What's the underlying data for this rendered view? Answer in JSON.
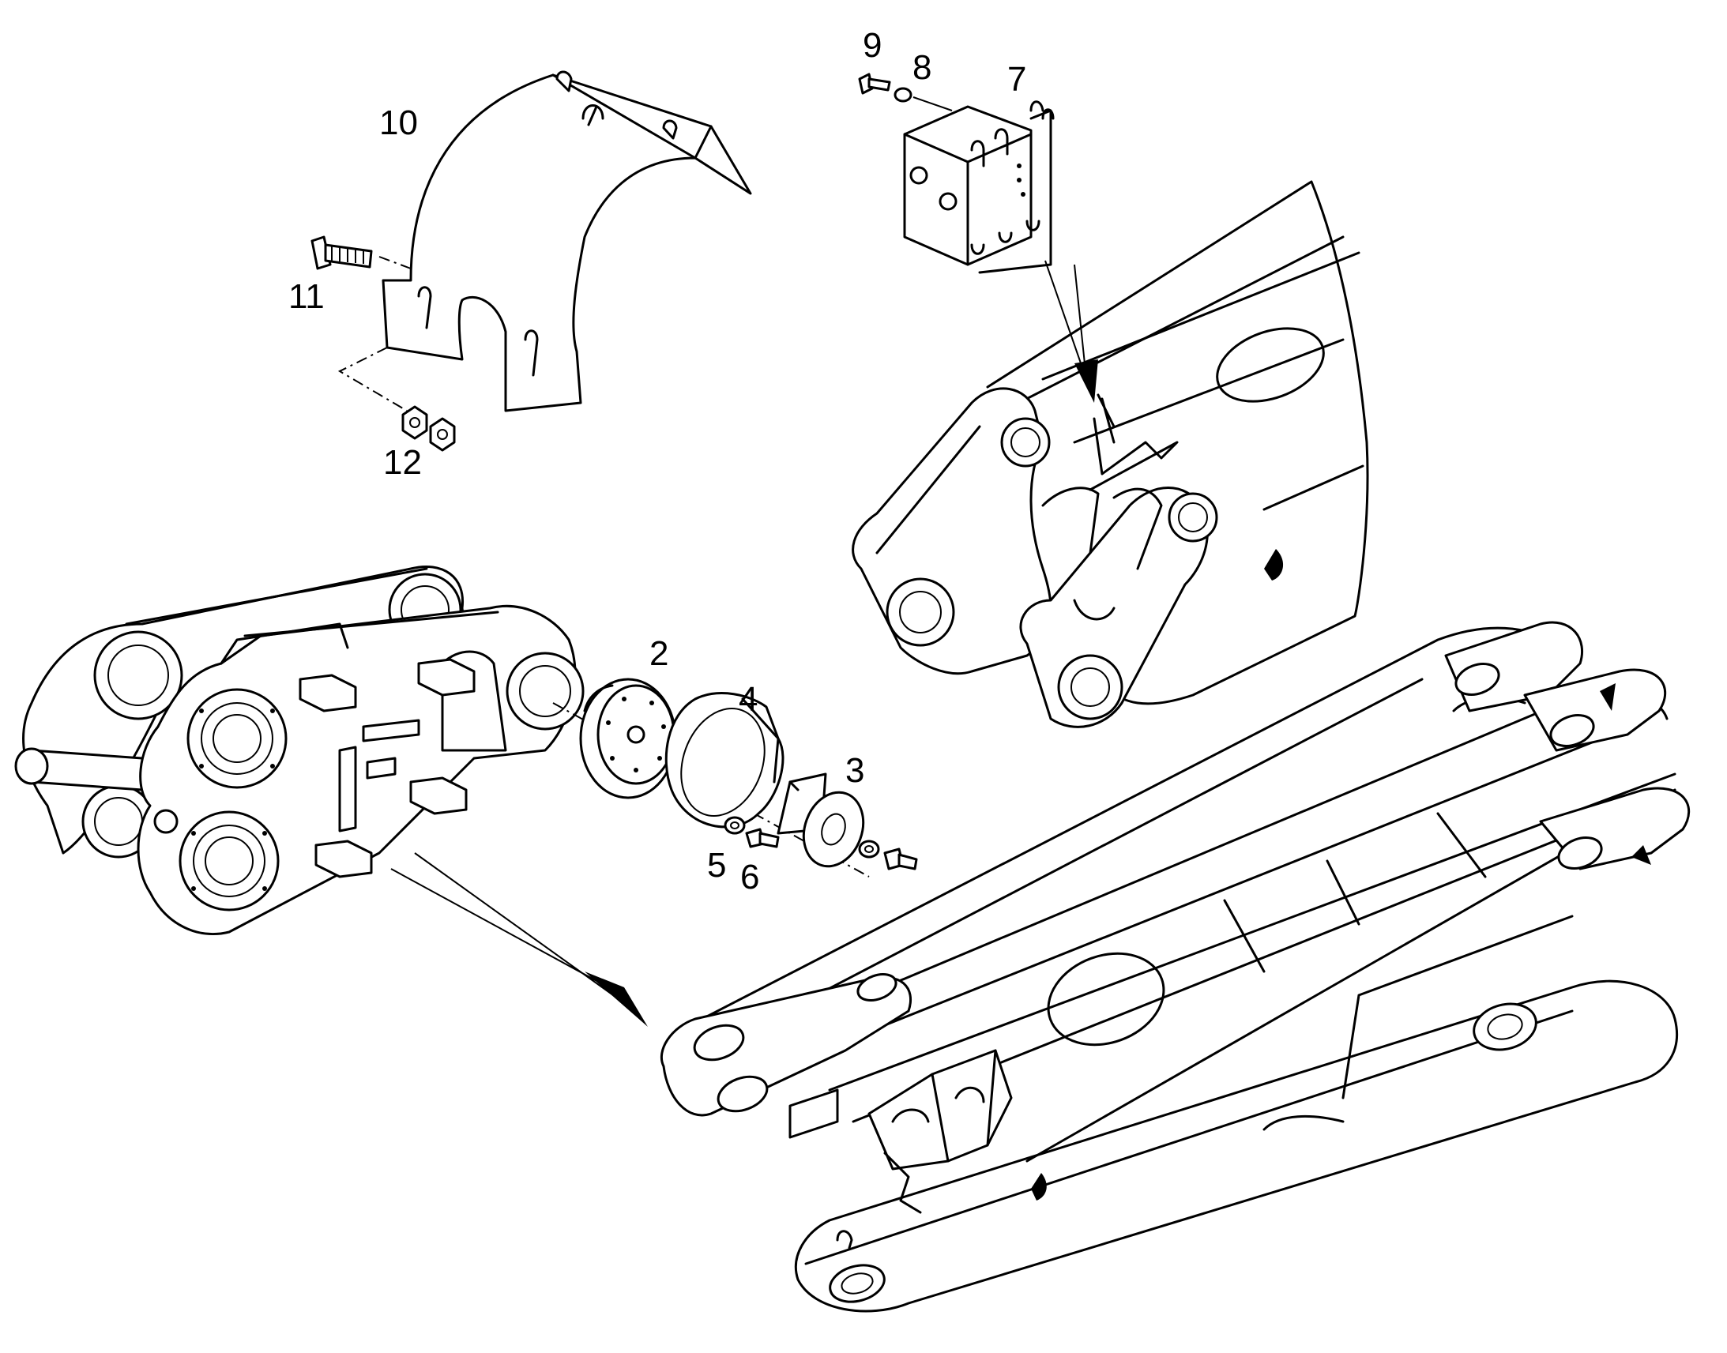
{
  "callouts": [
    {
      "id": "1",
      "label": "2"
    },
    {
      "id": "2",
      "label": "3"
    },
    {
      "id": "3",
      "label": "4"
    },
    {
      "id": "4",
      "label": "5"
    },
    {
      "id": "5",
      "label": "6"
    },
    {
      "id": "6",
      "label": "7"
    },
    {
      "id": "7",
      "label": "8"
    },
    {
      "id": "8",
      "label": "9"
    },
    {
      "id": "9",
      "label": "10"
    },
    {
      "id": "10",
      "label": "11"
    },
    {
      "id": "11",
      "label": "12"
    }
  ],
  "colors": {
    "line": "#000000",
    "background": "#ffffff"
  }
}
